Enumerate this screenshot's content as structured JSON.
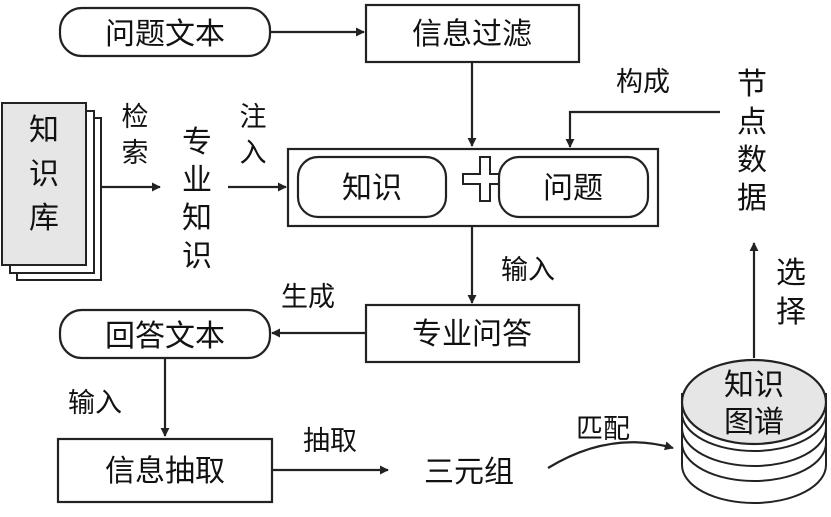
{
  "nodes": {
    "question_text": "问题文本",
    "info_filter": "信息过滤",
    "knowledge": "知识",
    "question": "问题",
    "kb": [
      "知",
      "识",
      "库"
    ],
    "domain_knowledge": [
      "专",
      "业",
      "知",
      "识"
    ],
    "node_data": [
      "节",
      "点",
      "数",
      "据"
    ],
    "answer_text": "回答文本",
    "pro_qa": "专业问答",
    "info_extract": "信息抽取",
    "triple": "三元组",
    "kg": [
      "知识",
      "图谱"
    ]
  },
  "edge_labels": {
    "retrieve": [
      "检",
      "索"
    ],
    "inject": [
      "注",
      "入"
    ],
    "compose": "构成",
    "input1": "输入",
    "generate": "生成",
    "input2": "输入",
    "extract": "抽取",
    "match": "匹配",
    "select": [
      "选",
      "择"
    ]
  }
}
